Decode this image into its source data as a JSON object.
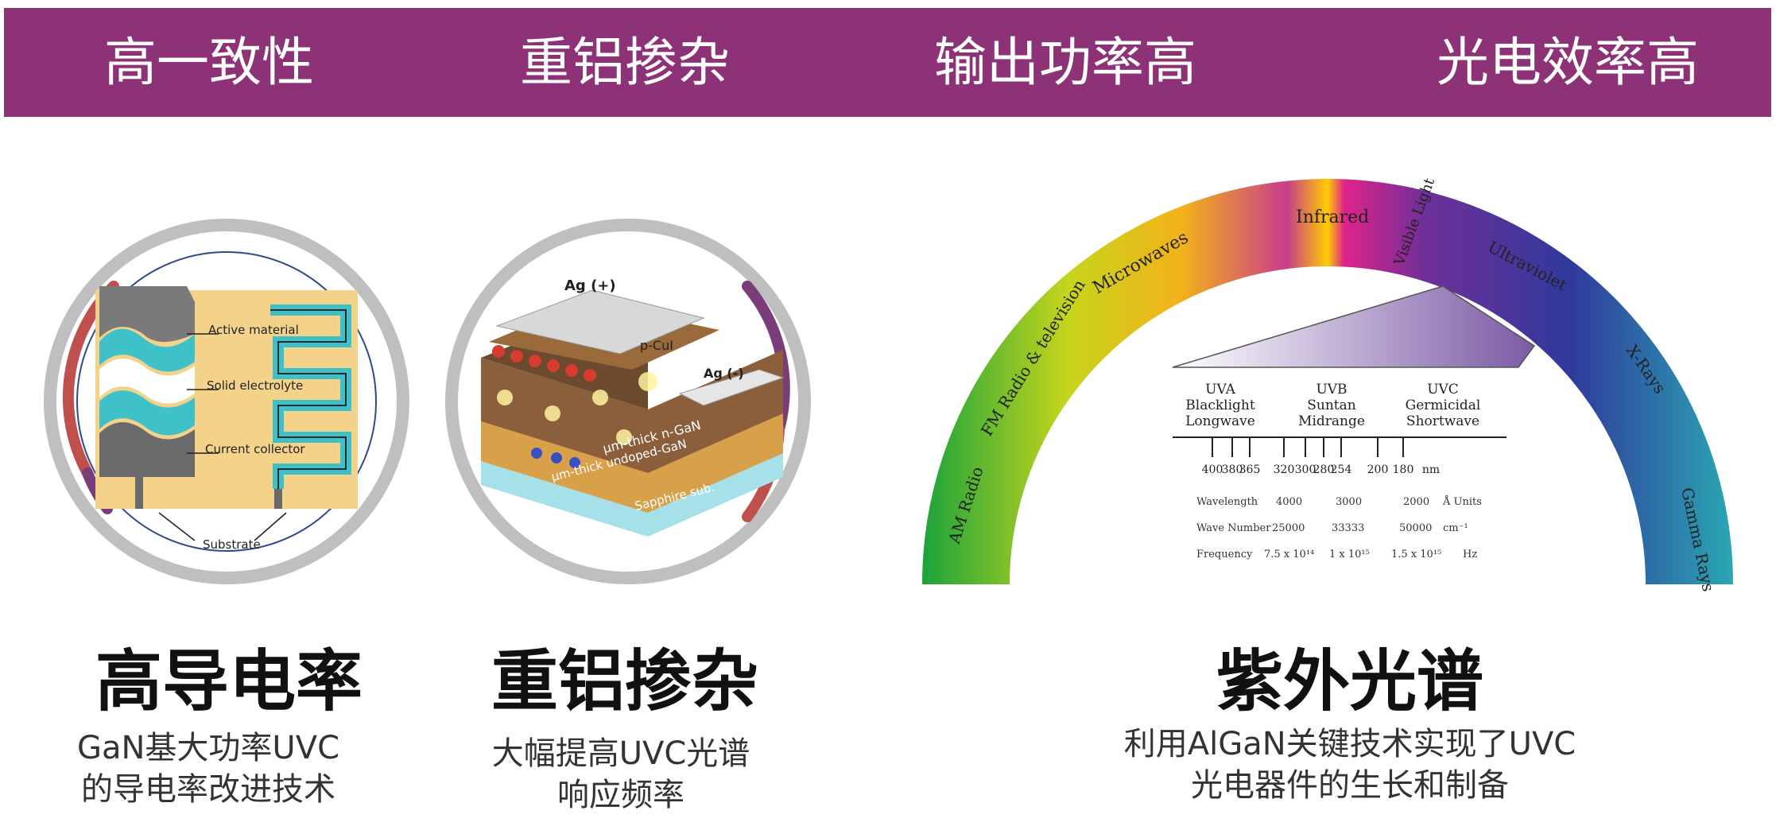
{
  "banner": {
    "items": [
      "高一致性",
      "重铝掺杂",
      "输出功率高",
      "光电效率高"
    ]
  },
  "features": [
    {
      "title": "高导电率",
      "desc_lines": [
        "GaN基大功率UVC",
        "的导电率改进技术"
      ]
    },
    {
      "title": "重铝掺杂",
      "desc_lines": [
        "大幅提高UVC光谱",
        "响应频率"
      ]
    },
    {
      "title": "紫外光谱",
      "desc_lines": [
        "利用AlGaN关键技术实现了UVC",
        "光电器件的生长和制备"
      ]
    }
  ],
  "battery_figure": {
    "labels": [
      "Active material",
      "Solid electrolyte",
      "Current collector",
      "Substrate"
    ]
  },
  "led_figure": {
    "labels": [
      "Ag (+)",
      "p-CuI",
      "Ag (-)",
      "μm-thick n-GaN",
      "μm-thick undoped-GaN",
      "Sapphire sub."
    ]
  },
  "spectrum_figure": {
    "arc_labels": [
      "AM Radio",
      "FM Radio & television",
      "Microwaves",
      "Infrared",
      "Visible Light",
      "Ultraviolet",
      "X-Rays",
      "Gamma Rays"
    ],
    "bands": [
      {
        "name": "UVA",
        "l1": "Blacklight",
        "l2": "Longwave"
      },
      {
        "name": "UVB",
        "l1": "Suntan",
        "l2": "Midrange"
      },
      {
        "name": "UVC",
        "l1": "Germicidal",
        "l2": "Shortwave"
      }
    ],
    "ticks": [
      "400",
      "380",
      "365",
      "320",
      "300",
      "280",
      "254",
      "200",
      "180"
    ],
    "tick_unit": "nm",
    "rows": [
      {
        "label": "Wavelength",
        "v1": "4000",
        "v2": "3000",
        "v3": "2000",
        "unit": "Å Units"
      },
      {
        "label": "Wave Number",
        "v1": "25000",
        "v2": "33333",
        "v3": "50000",
        "unit": "cm⁻¹"
      },
      {
        "label": "Frequency",
        "v1": "7.5 x 10¹⁴",
        "v2": "1 x 10¹⁵",
        "v3": "1.5 x 10¹⁵",
        "unit": "Hz"
      }
    ]
  },
  "colors": {
    "banner": "#8e3277",
    "ring_gray": "#bfbfbf",
    "accent_red": "#c0504d",
    "accent_purple": "#7a3d7a"
  }
}
